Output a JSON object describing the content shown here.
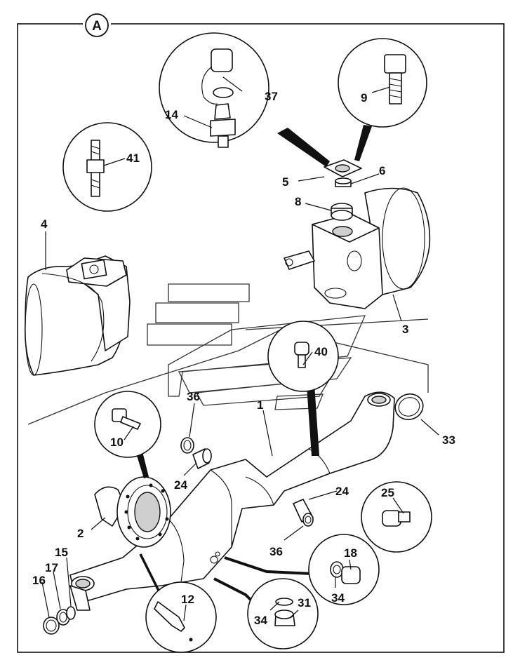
{
  "section": {
    "label": "A"
  },
  "callouts": [
    {
      "id": "37",
      "label": "37"
    },
    {
      "id": "14",
      "label": "14"
    },
    {
      "id": "9",
      "label": "9"
    },
    {
      "id": "41",
      "label": "41"
    },
    {
      "id": "40",
      "label": "40"
    },
    {
      "id": "10",
      "label": "10"
    },
    {
      "id": "25",
      "label": "25"
    },
    {
      "id": "18",
      "label": "18"
    },
    {
      "id": "34a",
      "label": "34"
    },
    {
      "id": "31",
      "label": "31"
    },
    {
      "id": "34b",
      "label": "34"
    },
    {
      "id": "12",
      "label": "12"
    }
  ],
  "labels": {
    "p5": "5",
    "p6": "6",
    "p8": "8",
    "p4": "4",
    "p3": "3",
    "p1": "1",
    "p36a": "36",
    "p24a": "24",
    "p24b": "24",
    "p36b": "36",
    "p33": "33",
    "p2": "2",
    "p15": "15",
    "p17": "17",
    "p16": "16"
  },
  "icons": [
    "grease-nipple-icon",
    "bolt-icon",
    "stud-icon",
    "o-ring-icon",
    "nut-icon",
    "washer-icon",
    "sealant-tube-icon"
  ]
}
